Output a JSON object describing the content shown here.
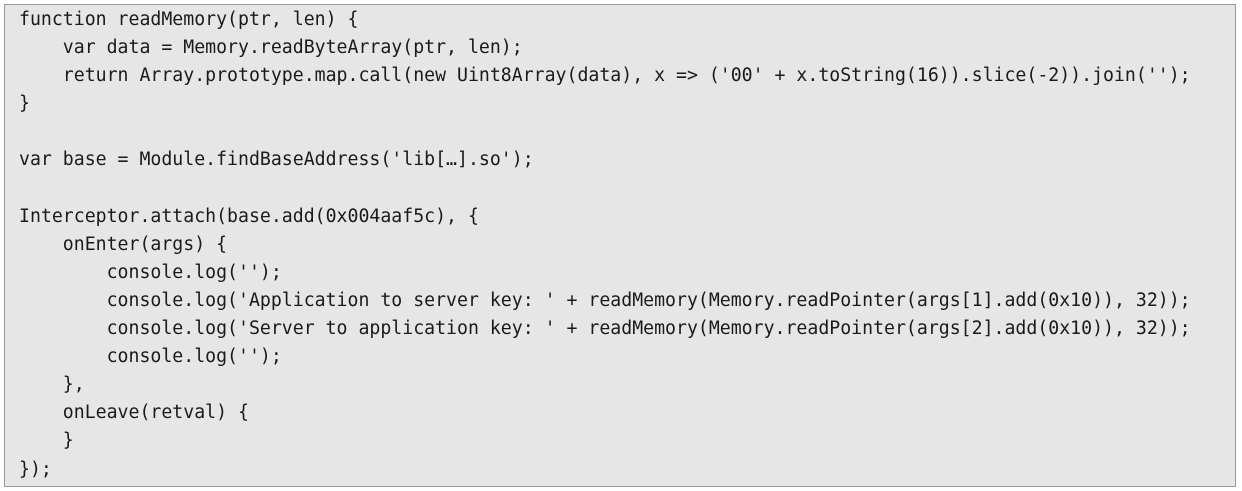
{
  "code": {
    "lines": [
      "function readMemory(ptr, len) {",
      "    var data = Memory.readByteArray(ptr, len);",
      "    return Array.prototype.map.call(new Uint8Array(data), x => ('00' + x.toString(16)).slice(-2)).join('');",
      "}",
      "",
      "var base = Module.findBaseAddress('lib[…].so');",
      "",
      "Interceptor.attach(base.add(0x004aaf5c), {",
      "    onEnter(args) {",
      "        console.log('');",
      "        console.log('Application to server key: ' + readMemory(Memory.readPointer(args[1].add(0x10)), 32));",
      "        console.log('Server to application key: ' + readMemory(Memory.readPointer(args[2].add(0x10)), 32));",
      "        console.log('');",
      "    },",
      "    onLeave(retval) {",
      "    }",
      "});"
    ]
  },
  "colors": {
    "background": "#e6e6e6",
    "border": "#9a9a9a",
    "text": "#1a1a1a"
  }
}
